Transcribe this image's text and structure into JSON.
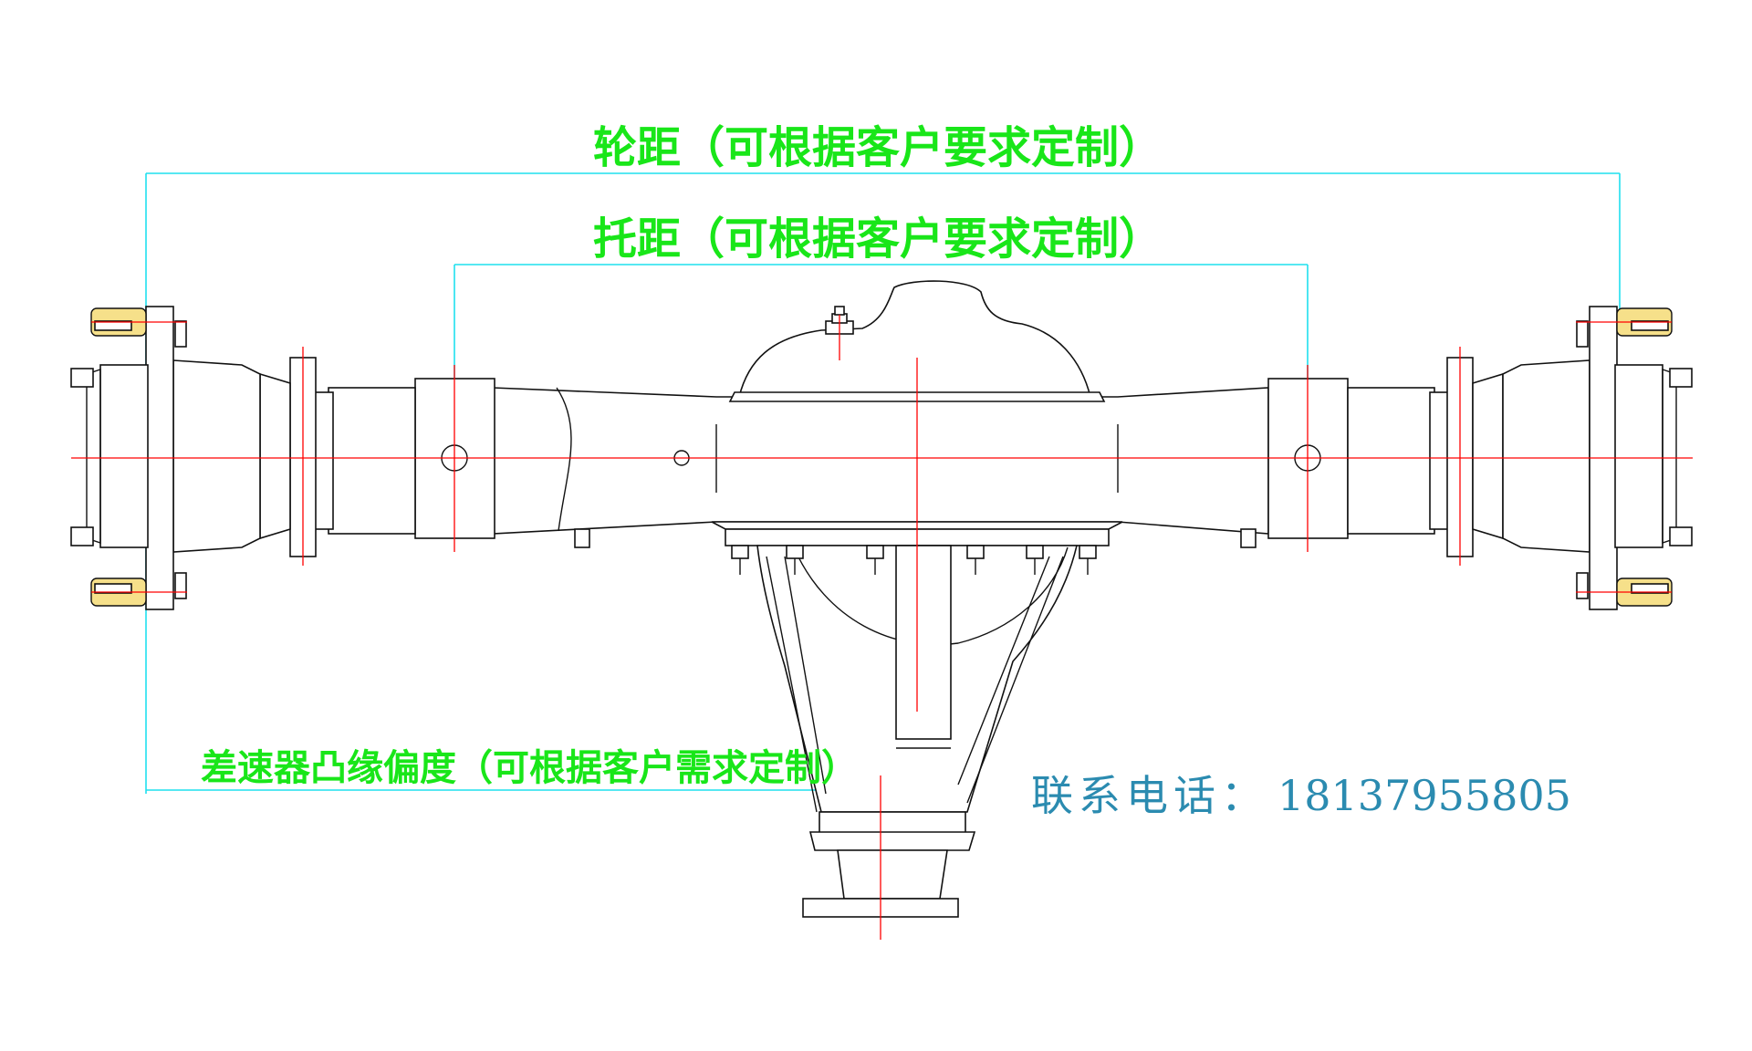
{
  "labels": {
    "track_width": "轮距（可根据客户要求定制）",
    "spring_seat_distance": "托距（可根据客户要求定制）",
    "diff_flange_offset": "差速器凸缘偏度（可根据客户需求定制）",
    "phone_label": "联系电话：",
    "phone_number": "18137955805"
  },
  "colors": {
    "label_green": "#19e619",
    "dimension_cyan": "#1fe0ee",
    "centerline_red": "#ff0000",
    "outline_black": "#111111",
    "bolt_yellow": "#f6e08a",
    "phone_blue": "#2b8bb0"
  }
}
